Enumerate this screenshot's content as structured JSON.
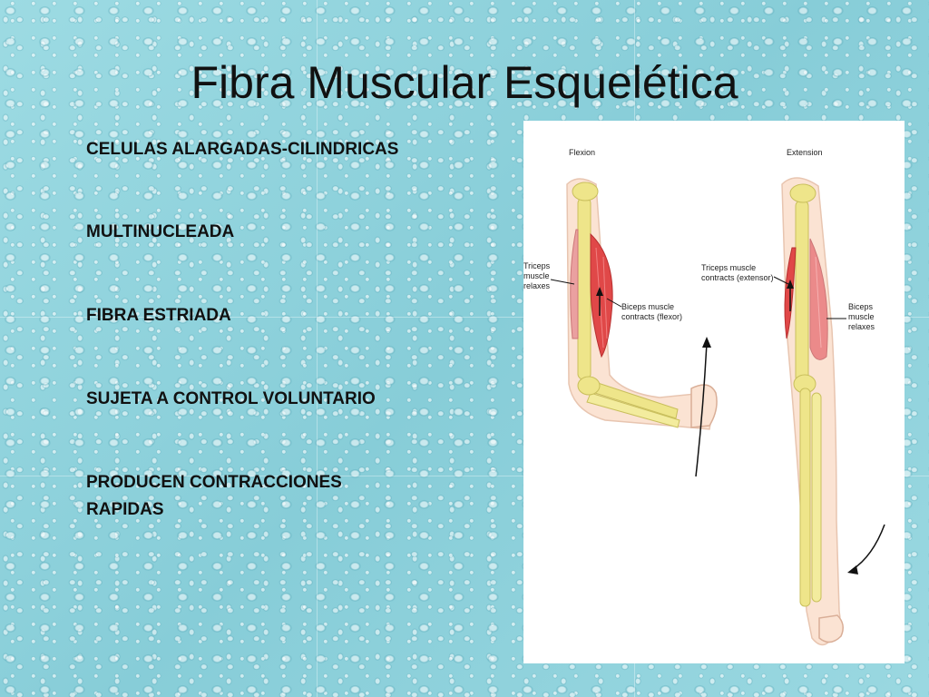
{
  "slide": {
    "title": "Fibra Muscular Esquelética",
    "bullets": [
      "CELULAS ALARGADAS-CILINDRICAS",
      "MULTINUCLEADA",
      "FIBRA ESTRIADA",
      "SUJETA A CONTROL VOLUNTARIO",
      "PRODUCEN CONTRACCIONES RAPIDAS"
    ]
  },
  "figure": {
    "flexion_title": "Flexion",
    "extension_title": "Extension",
    "triceps_relaxes": [
      "Triceps",
      "muscle",
      "relaxes"
    ],
    "biceps_contracts": [
      "Biceps muscle",
      "contracts (flexor)"
    ],
    "triceps_contracts": [
      "Triceps muscle",
      "contracts (extensor)"
    ],
    "biceps_relaxes": [
      "Biceps",
      "muscle",
      "relaxes"
    ]
  },
  "colors": {
    "background": "#8fd3dc",
    "muscle": "#e04848",
    "bone": "#eee58a",
    "skin": "#fbe3d3"
  }
}
